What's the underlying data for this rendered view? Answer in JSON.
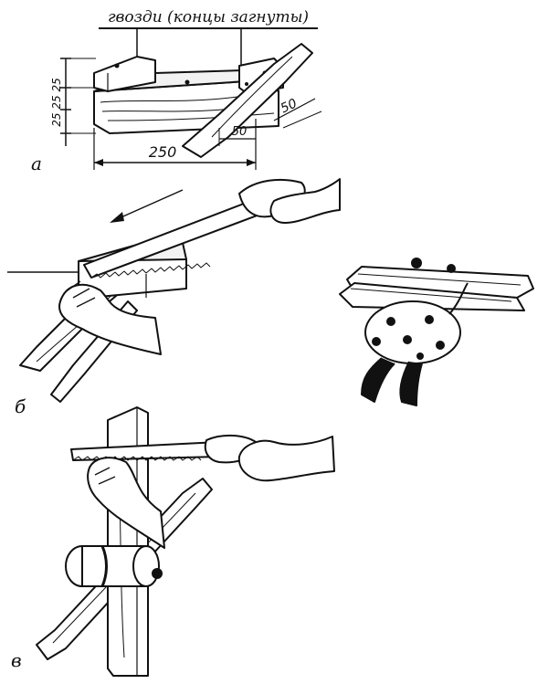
{
  "figure": {
    "nails_caption": "гвозди (концы загнуты)",
    "dimensions": {
      "d250": "250",
      "d50_side": "50",
      "d50_end": "50",
      "vertical": "25 25 25"
    },
    "panel_labels": {
      "a": "а",
      "b": "б",
      "v": "в"
    }
  }
}
